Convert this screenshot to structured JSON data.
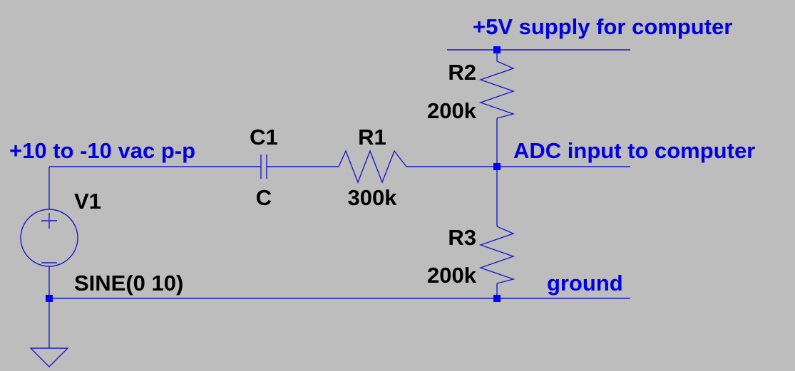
{
  "net_labels": {
    "supply": "+5V supply for computer",
    "input": "+10 to -10 vac p-p",
    "adc": "ADC input to computer",
    "ground": "ground"
  },
  "components": {
    "v1": {
      "name": "V1",
      "value": "SINE(0 10)"
    },
    "c1": {
      "name": "C1",
      "value": "C"
    },
    "r1": {
      "name": "R1",
      "value": "300k"
    },
    "r2": {
      "name": "R2",
      "value": "200k"
    },
    "r3": {
      "name": "R3",
      "value": "200k"
    }
  },
  "colors": {
    "background": "#bdbdbd",
    "wire": "#1a1acc",
    "node": "#0000ff",
    "net_label": "#0000e0",
    "component_label": "#000000"
  }
}
